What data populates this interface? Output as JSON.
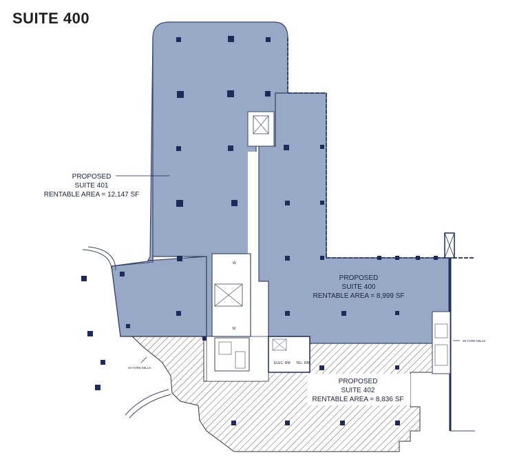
{
  "heading": "SUITE 400",
  "suites": {
    "s401": {
      "line1": "PROPOSED",
      "line2": "SUITE 401",
      "line3": "RENTABLE AREA = 12,147 SF"
    },
    "s400": {
      "line1": "PROPOSED",
      "line2": "SUITE 400",
      "line3": "RENTABLE AREA = 8,999 SF"
    },
    "s402": {
      "line1": "PROPOSED",
      "line2": "SUITE 402",
      "line3": "RENTABLE AREA = 8,836 SF"
    }
  },
  "references": {
    "york_mills_10": "10 YORK MILLS",
    "york_mills_36": "36 YORK MILLS"
  },
  "rooms": {
    "elec": "ELEC. RM",
    "tel": "TEL. RM",
    "washroom_w": "W",
    "washroom_m": "M"
  },
  "colors": {
    "leased_fill": "#98a8c7",
    "outline": "#3a4566",
    "column": "#1c2a5c",
    "hatch": "#333333"
  }
}
